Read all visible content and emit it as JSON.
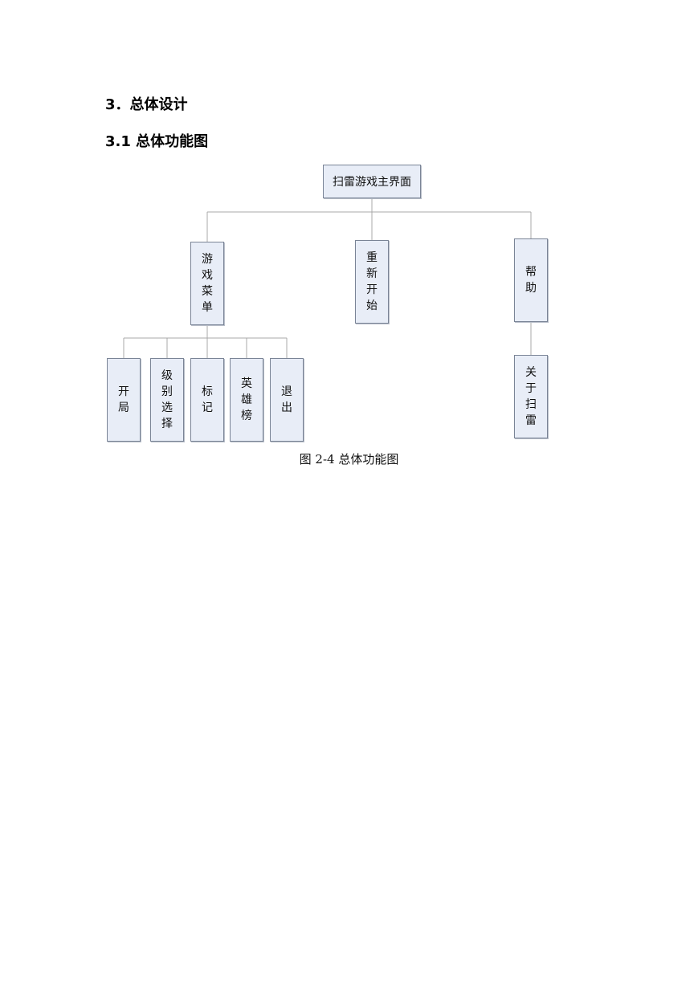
{
  "heading_main": "3．总体设计",
  "heading_sub": "3.1  总体功能图",
  "diagram": {
    "root": "扫雷游戏主界面",
    "branch_game_menu": "游戏菜单",
    "branch_restart": "重新开始",
    "branch_help": "帮助",
    "game_menu_items": [
      "开局",
      "级别选择",
      "标记",
      "英雄榜",
      "退出"
    ],
    "help_items": [
      "关于扫雷"
    ],
    "caption": "图 2-4  总体功能图"
  },
  "colors": {
    "box_fill": "#e8edf7",
    "box_border": "#7a8496",
    "connector": "#a9a9a9"
  }
}
